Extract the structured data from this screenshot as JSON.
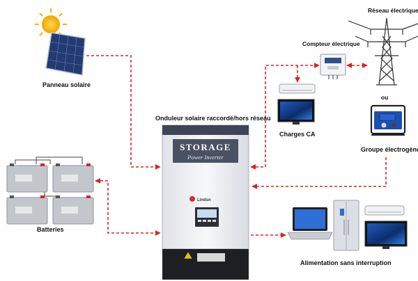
{
  "labels": {
    "solar_panel": "Panneau solaire",
    "grid": "Réseau électrique",
    "meter": "Compteur électrique",
    "inverter": "Onduleur solaire raccordé/hors réseau",
    "ac_loads": "Charges CA",
    "or": "ou",
    "generator": "Groupe électrogène",
    "batteries": "Batteries",
    "ups": "Alimentation sans interruption"
  },
  "inverter": {
    "title": "STORAGE",
    "subtitle": "Power Inverter",
    "brand": "Lindsn"
  },
  "colors": {
    "arrow": "#e02020",
    "inverter_body": "#f2f3f6",
    "inverter_header": "#4a5163",
    "battery": "#bfc3c7"
  }
}
